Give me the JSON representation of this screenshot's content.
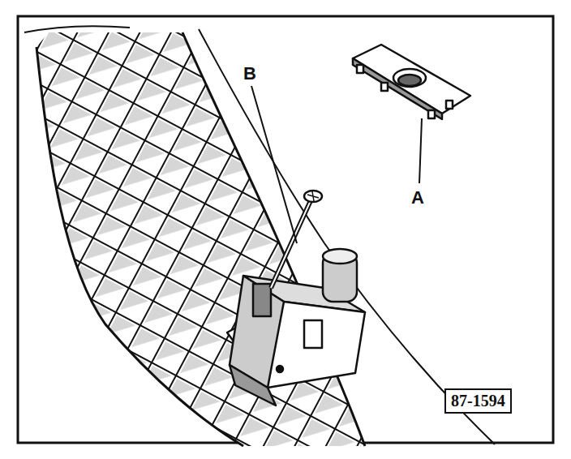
{
  "diagram": {
    "nodes": [
      {
        "text": [
          "87-1594"
        ]
      }
    ],
    "labels": [
      "B",
      "A"
    ]
  }
}
